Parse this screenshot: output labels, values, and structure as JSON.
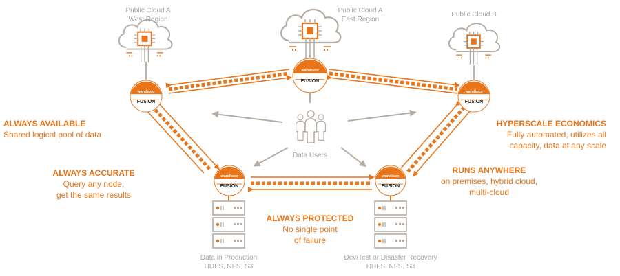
{
  "clouds": {
    "west": {
      "line1": "Public Cloud A",
      "line2": "West Region"
    },
    "east": {
      "line1": "Public Cloud A",
      "line2": "East Region"
    },
    "b": {
      "line1": "Public Cloud B"
    }
  },
  "node_brand": "wandisco",
  "node_label": "FUSION",
  "users_label": "Data Users",
  "servers": {
    "production": {
      "line1": "Data in Production",
      "line2": "HDFS, NFS, S3"
    },
    "devtest": {
      "line1": "Dev/Test or Disaster Recovery",
      "line2": "HDFS, NFS, S3"
    }
  },
  "features": {
    "available": {
      "title": "ALWAYS AVAILABLE",
      "body": "Shared logical pool of data"
    },
    "accurate": {
      "title": "ALWAYS ACCURATE",
      "line1": "Query any node,",
      "line2": "get the same results"
    },
    "protected": {
      "title": "ALWAYS PROTECTED",
      "line1": "No single point",
      "line2": "of failure"
    },
    "hyperscale": {
      "title": "HYPERSCALE ECONOMICS",
      "line1": "Fully automated, utilizes all",
      "line2": "capacity, data at any scale"
    },
    "anywhere": {
      "title": "RUNS ANYWHERE",
      "line1": "on premises, hybrid cloud,",
      "line2": "multi-cloud"
    }
  },
  "colors": {
    "accent": "#e8751a",
    "gray": "#b5aca4",
    "text_gray": "#a3a3a3"
  },
  "icons": [
    "cloud-icon",
    "chip-icon",
    "users-icon",
    "server-icon",
    "arrow-icon"
  ]
}
